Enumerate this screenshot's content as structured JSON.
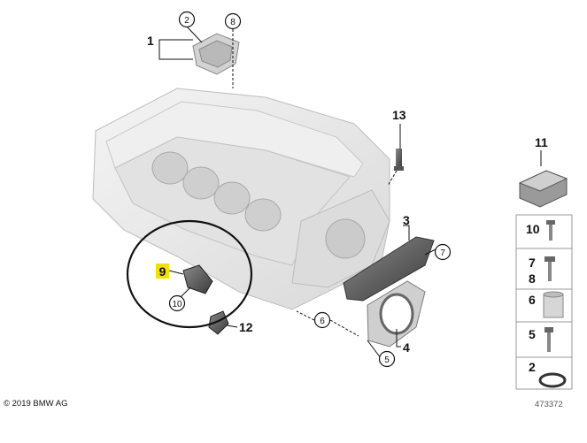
{
  "callouts": {
    "c1": "1",
    "c2": "2",
    "c3": "3",
    "c4": "4",
    "c5": "5",
    "c6": "6",
    "c7": "7",
    "c8": "8",
    "c9": "9",
    "c10": "10",
    "c12": "12",
    "c13": "13"
  },
  "legend": {
    "l11": "11",
    "l10": "10",
    "l7": "7",
    "l8": "8",
    "l6": "6",
    "l5": "5",
    "l2": "2"
  },
  "copyright": "© 2019 BMW AG",
  "drawing_number": "473372",
  "colors": {
    "highlight": "#f2e100",
    "ink": "#111111",
    "part": "#e9e9e9"
  }
}
